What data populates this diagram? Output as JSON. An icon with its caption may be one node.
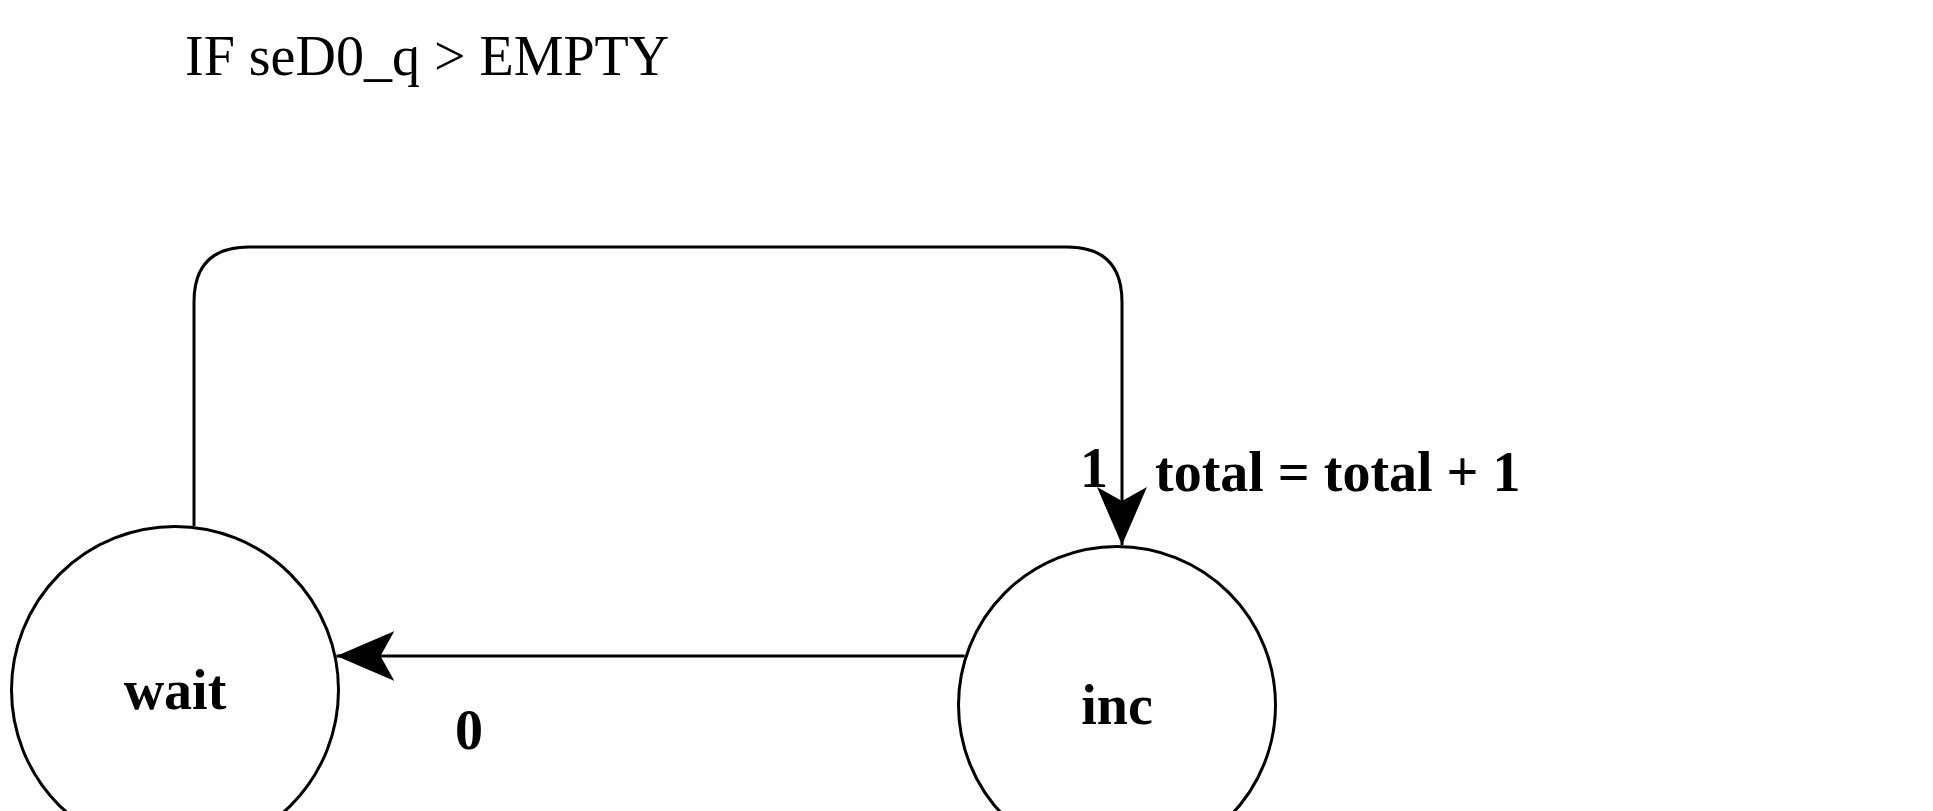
{
  "diagram": {
    "nodes": [
      {
        "text": [
          "wait"
        ]
      },
      {
        "text": [
          "inc"
        ]
      }
    ],
    "edges": [
      {
        "from": 0,
        "to": 1,
        "arrow": "to",
        "label": "1"
      },
      {
        "from": 1,
        "to": 0,
        "arrow": "to",
        "label": "0"
      }
    ],
    "labels": [
      "IF seD0_q > EMPTY",
      "total = total + 1"
    ]
  }
}
